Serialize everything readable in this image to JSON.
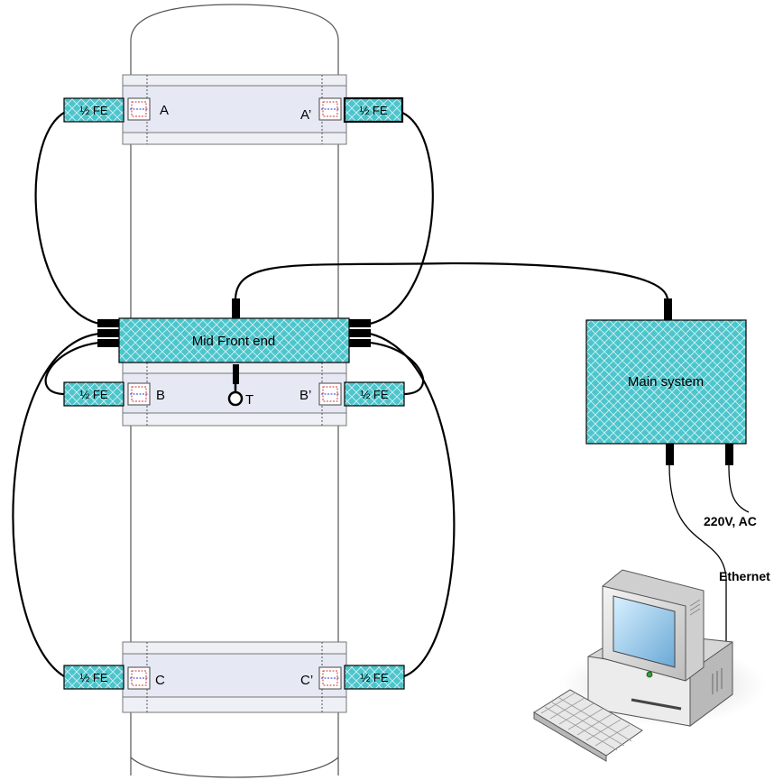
{
  "half_fe_label": "½ FE",
  "sensors": {
    "a": "A",
    "a_prime": "A’",
    "b": "B",
    "b_prime": "B’",
    "c": "C",
    "c_prime": "C’",
    "t": "T"
  },
  "mid_front_end": "Mid Front end",
  "main_system": "Main system",
  "power_label": "220V, AC",
  "ethernet_label": "Ethernet",
  "colors": {
    "teal": "#4cc5cc",
    "pipe_outline": "#555555",
    "clamp_fill": "#e8ebf5",
    "cable": "#000000"
  }
}
